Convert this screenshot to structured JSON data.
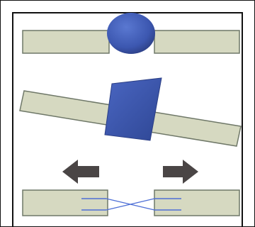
{
  "diagram": {
    "panels": [
      {
        "id": "weld-joint",
        "description_visible_text": ""
      },
      {
        "id": "sleeve-joint",
        "description_visible_text": ""
      },
      {
        "id": "separation",
        "description_visible_text": ""
      }
    ]
  },
  "colors": {
    "bar_fill": "#d6d9c1",
    "bar_stroke": "#6f7868",
    "blue": "#3c57b0",
    "blue_dark": "#2c3f85",
    "arrow": "#4a4545",
    "fiber_line": "#4e6fd6",
    "frame": "#111111"
  },
  "icons": [
    "left-arrow-icon",
    "right-arrow-icon"
  ]
}
